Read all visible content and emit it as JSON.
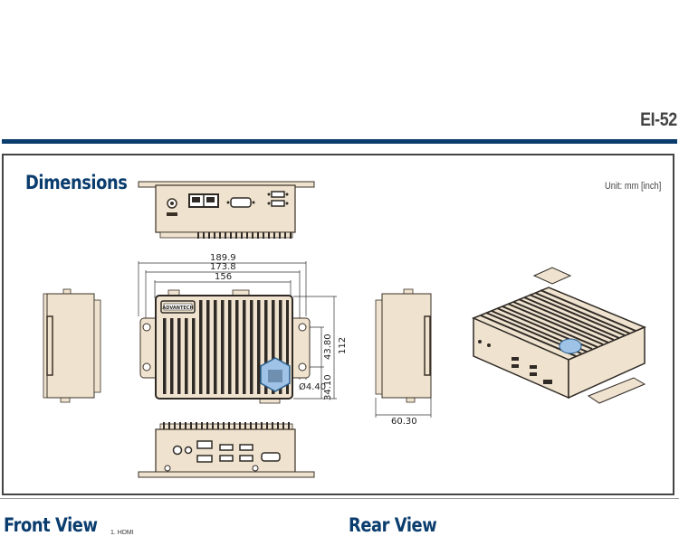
{
  "header": {
    "model": "EI-52",
    "accent_color": "#0a3d6e"
  },
  "dimensions_section": {
    "title": "Dimensions",
    "unit_label": "Unit: mm [inch]",
    "top_view_labels": {
      "width_overall": "189.9",
      "width_mount": "173.8",
      "width_body": "156",
      "height_overall": "112",
      "mount_spacing": "43.80",
      "mount_offset": "34.10",
      "hole_diameter": "Ø4.40"
    },
    "side_view_labels": {
      "depth": "60.30"
    },
    "brand_label": "ADVANTECH"
  },
  "footer": {
    "front_view_title": "Front View",
    "rear_view_title": "Rear View",
    "front_note": "1. HDMI"
  },
  "colors": {
    "chassis": "#efe3cf",
    "outline": "#3a3026",
    "fins": "#2f2a25",
    "badge": "#9fc3e6"
  }
}
